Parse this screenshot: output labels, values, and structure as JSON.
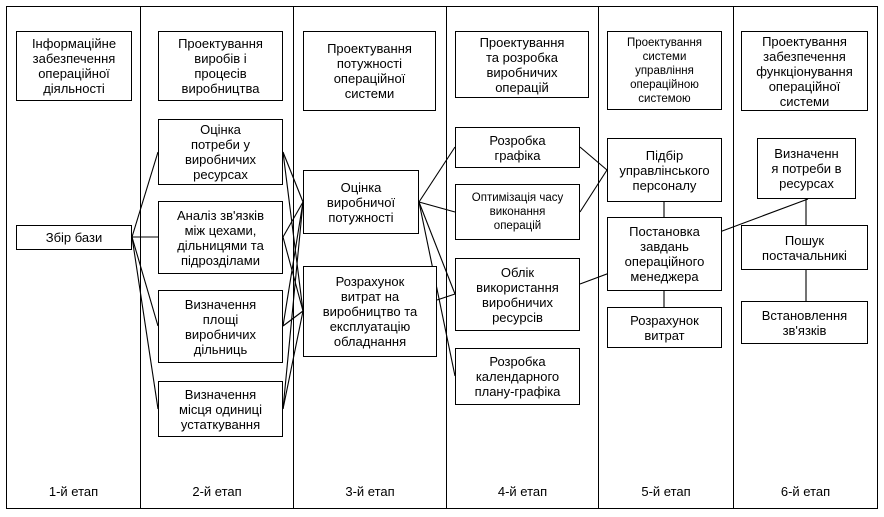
{
  "stages": [
    "1-й етап",
    "2-й етап",
    "3-й етап",
    "4-й етап",
    "5-й етап",
    "6-й етап"
  ],
  "boxes": {
    "b1": "Інформаційне\nзабезпечення\nопераційної\nдіяльності",
    "b2": "Збір бази",
    "c1": "Проектування\nвиробів і\nпроцесів\nвиробництва",
    "c2": "Оцінка\nпотреби у\nвиробничих\nресурсах",
    "c3": "Аналіз зв'язків\nміж цехами,\nдільницями та\nпідрозділами",
    "c4": "Визначення\nплощі\nвиробничих\nдільниць",
    "c5": "Визначення\nмісця одиниці\nустаткування",
    "d1": "Проектування\nпотужності\nопераційної\nсистеми",
    "d2": "Оцінка\nвиробничої\nпотужності",
    "d3": "Розрахунок\nвитрат на\nвиробництво та\nексплуатацію\nобладнання",
    "e1": "Проектування\nта розробка\nвиробничих\nоперацій",
    "e2": "Розробка\nграфіка",
    "e3": "Оптимізація часу\nвиконання\nоперацій",
    "e4": "Облік\nвикористання\nвиробничих\nресурсів",
    "e5": "Розробка\nкалендарного\nплану-графіка",
    "f1": "Проектування\nсистеми\nуправління\nопераційною\nсистемою",
    "f2": "Підбір\nуправлінського\nперсоналу",
    "f3": "Постановка\nзавдань\nопераційного\nменеджера",
    "f4": "Розрахунок\nвитрат",
    "g1": "Проектування\nзабезпечення\nфункціонування\nопераційної\nсистеми",
    "g2": "Визначенн\nя потреби в\nресурсах",
    "g3": "Пошук\nпостачальникі",
    "g4": "Встановлення\nзв'язків"
  }
}
